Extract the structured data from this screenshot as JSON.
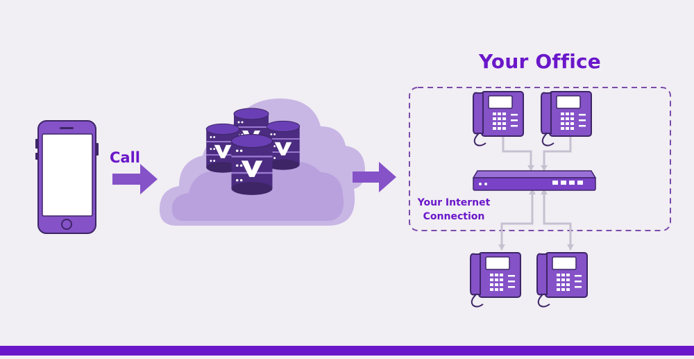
{
  "labels": {
    "call": "Call",
    "office_title": "Your Office",
    "internet_line1": "Your Internet",
    "internet_line2": "Connection"
  },
  "icons": {
    "caller": "smartphone-icon",
    "provider": "cloud-server-icon",
    "server_logo": "v-logo-icon",
    "router": "network-switch-icon",
    "office_phone": "desk-phone-icon"
  },
  "colors": {
    "brand": "#6a17c9",
    "device": "#8552c8",
    "device_dark": "#3d2566",
    "cloud": "#c8b6e4",
    "connector": "#c7c0cf",
    "background": "#f1eef4"
  }
}
